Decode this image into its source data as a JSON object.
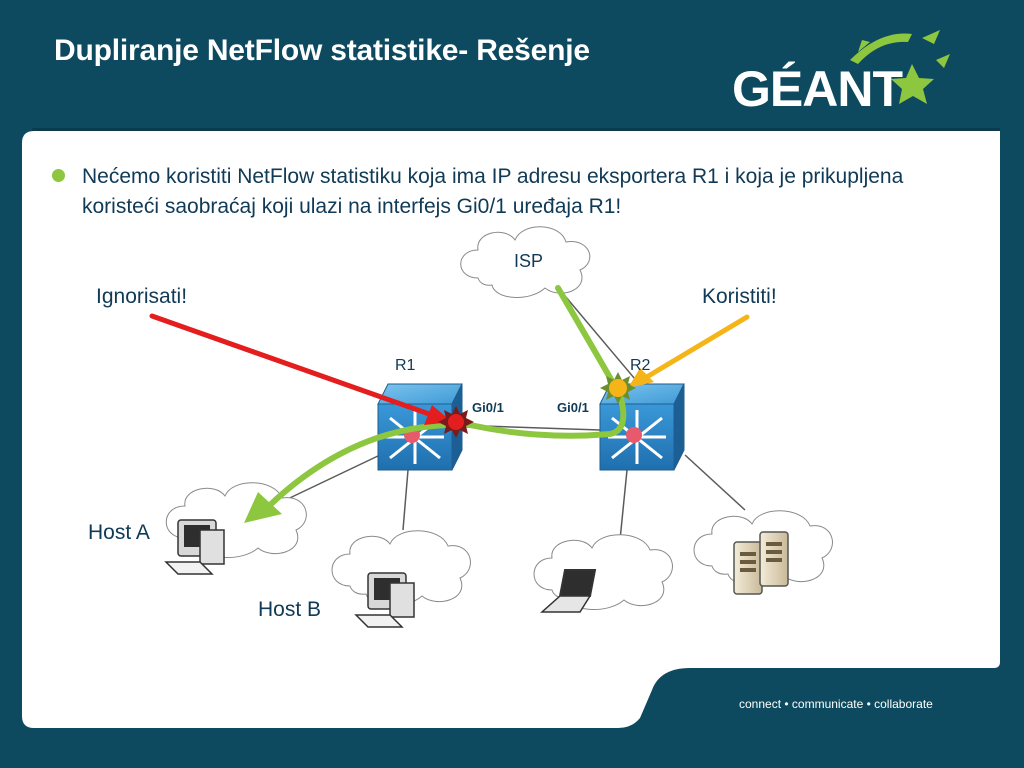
{
  "slide": {
    "title": "Dupliranje NetFlow statistike- Rešenje",
    "logo_text": "GÉANT",
    "bullet": "Nećemo koristiti NetFlow statistiku koja ima IP adresu eksportera R1 i koja je prikupljena koristeći saobraćaj koji ulazi na interfejs Gi0/1 uređaja R1!",
    "footer": "connect • communicate • collaborate"
  },
  "diagram": {
    "isp_label": "ISP",
    "r1_label": "R1",
    "r2_label": "R2",
    "r1_interface": "Gi0/1",
    "r2_interface": "Gi0/1",
    "ignore_label": "Ignorisati!",
    "use_label": "Koristiti!",
    "host_a_label": "Host A",
    "host_b_label": "Host B"
  },
  "colors": {
    "background": "#0e4a5f",
    "panel": "#ffffff",
    "text": "#103a56",
    "accent_green": "#8dc63f",
    "ignore_arrow": "#e41e1e",
    "use_arrow": "#f5b418",
    "router_blue": "#2a86c9"
  },
  "icons": [
    "star-icon",
    "router-icon",
    "cloud-icon",
    "desktop-pc-icon",
    "laptop-icon",
    "server-icon"
  ]
}
